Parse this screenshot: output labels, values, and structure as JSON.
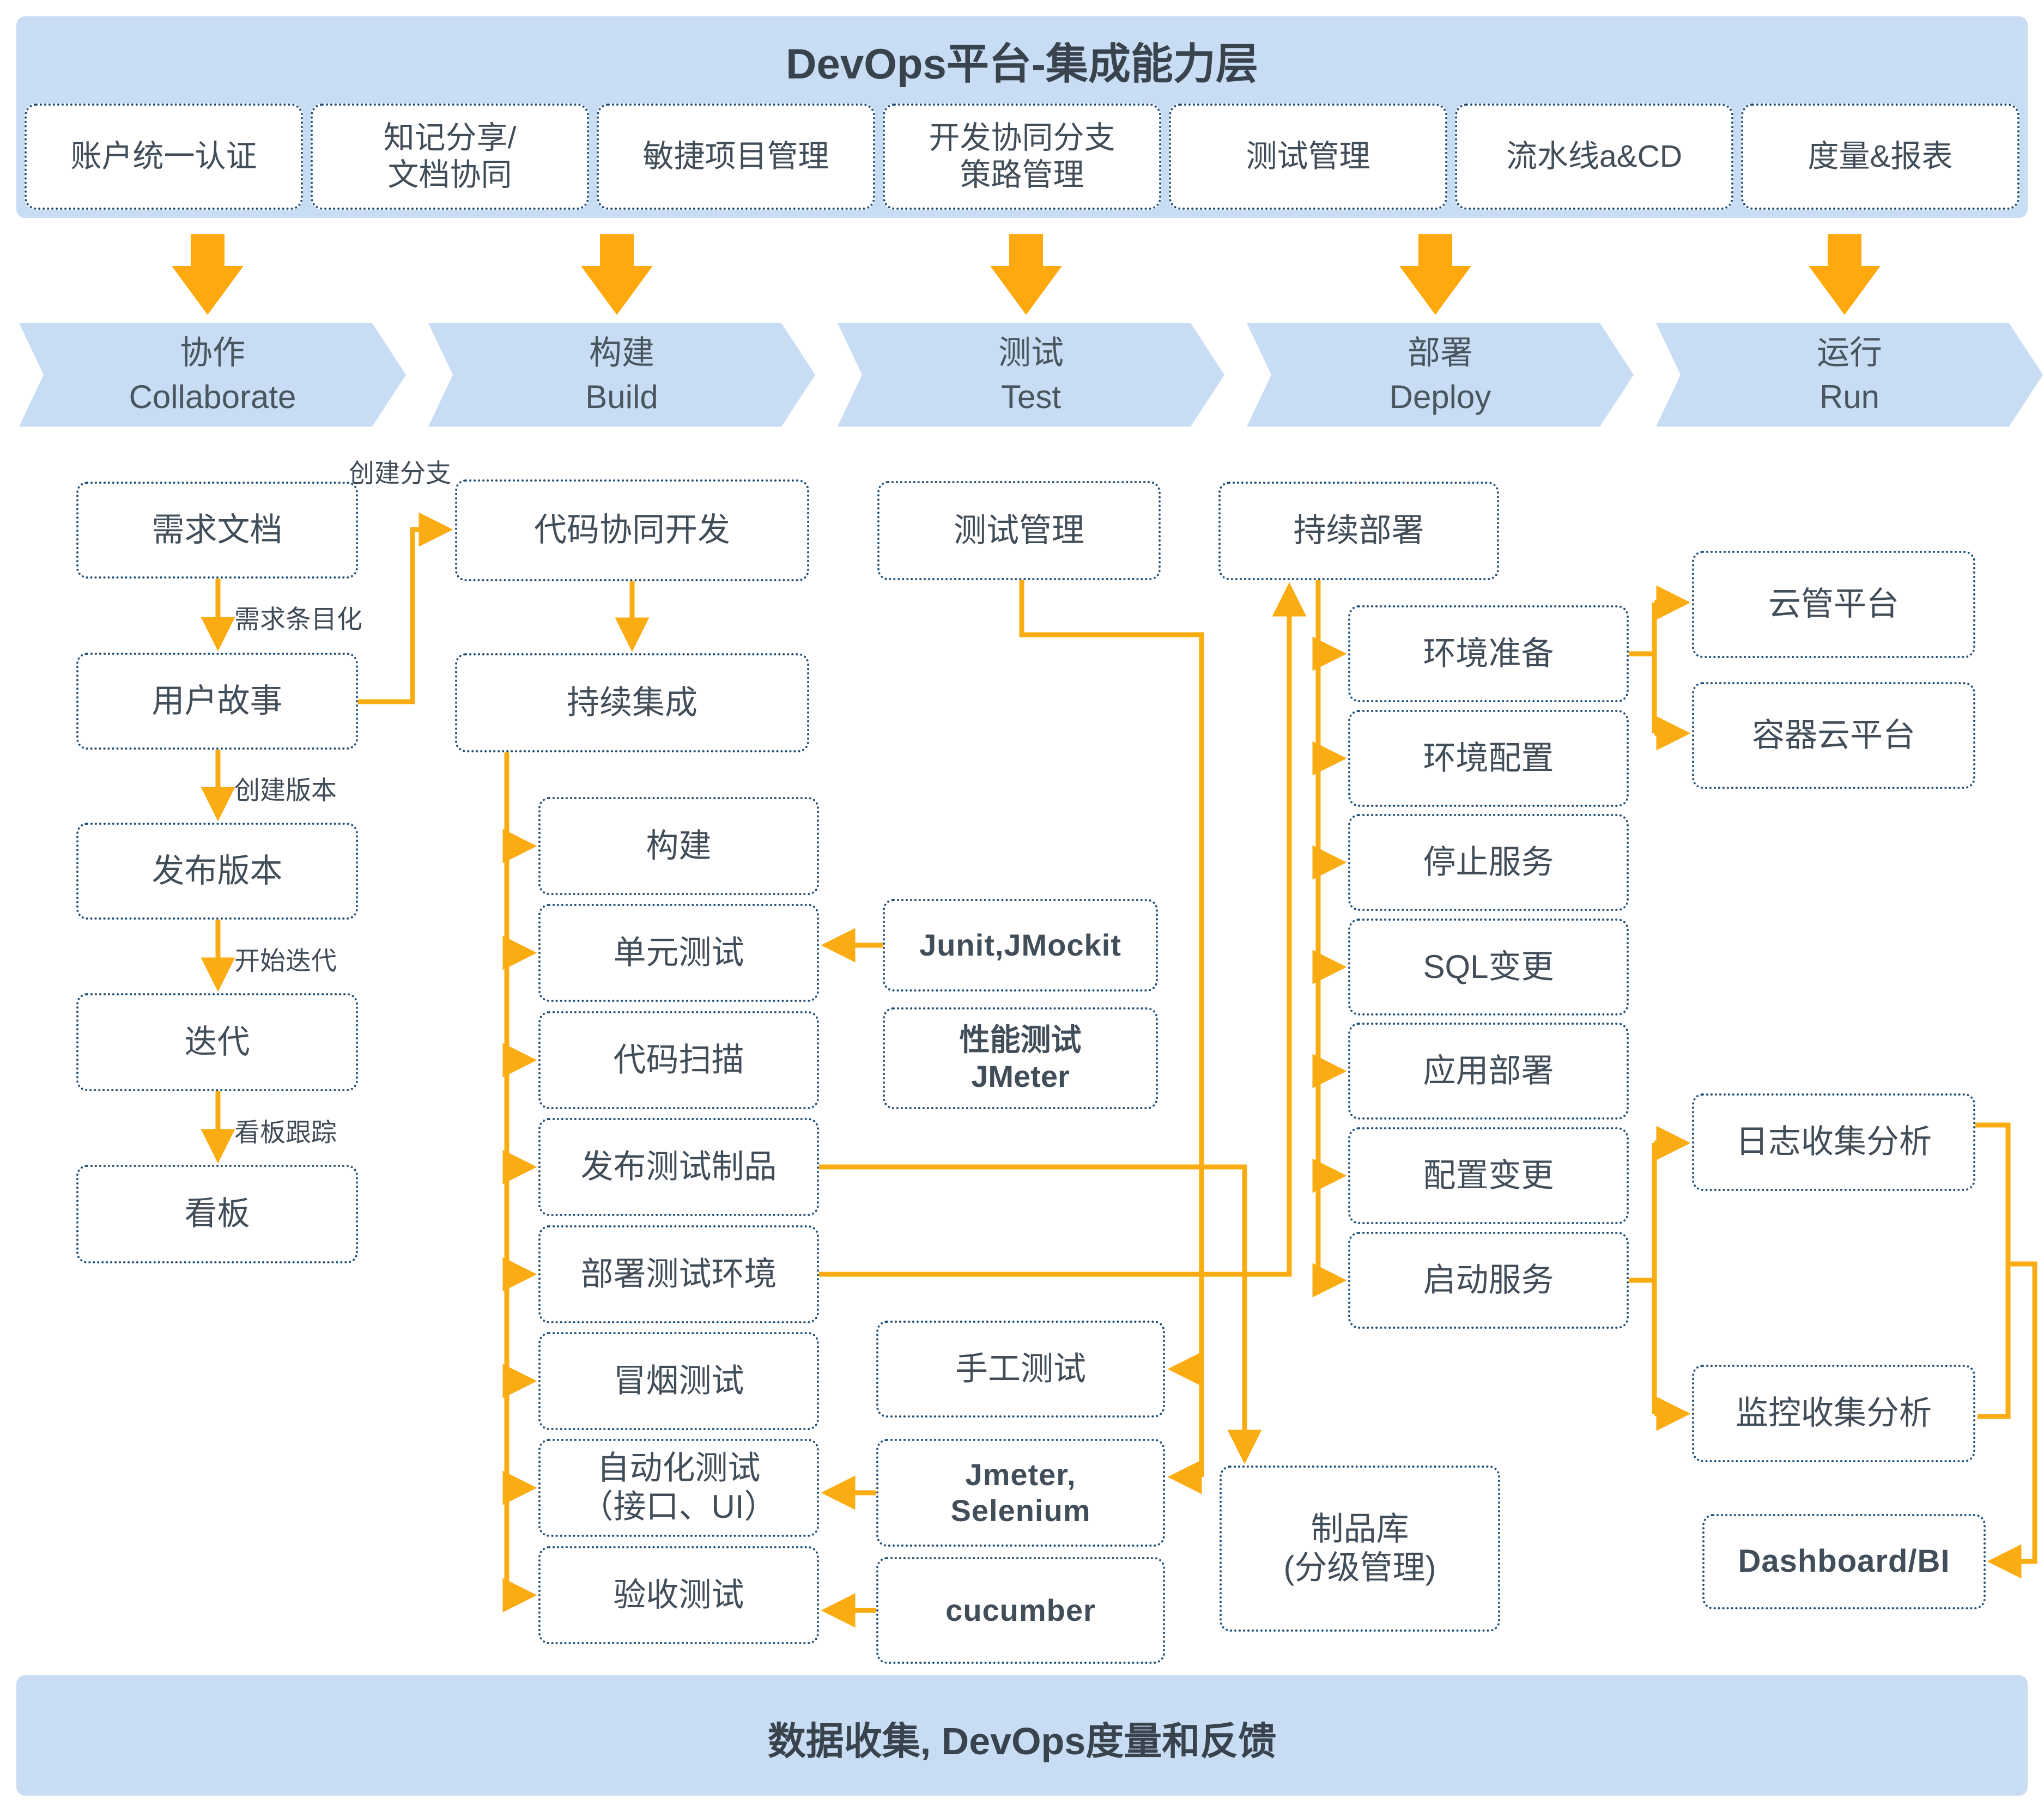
{
  "header": {
    "title": "DevOps平台-集成能力层"
  },
  "capabilities": [
    "账户统一认证",
    "知记分享/\n文档协同",
    "敏捷项目管理",
    "开发协同分支\n策路管理",
    "测试管理",
    "流水线a&CD",
    "度量&报表"
  ],
  "stages": [
    {
      "zh": "协作",
      "en": "Collaborate"
    },
    {
      "zh": "构建",
      "en": "Build"
    },
    {
      "zh": "测试",
      "en": "Test"
    },
    {
      "zh": "部署",
      "en": "Deploy"
    },
    {
      "zh": "运行",
      "en": "Run"
    }
  ],
  "flow": {
    "collaborate": {
      "requirement_doc": "需求文档",
      "user_story": "用户故事",
      "release_version": "发布版本",
      "iteration": "迭代",
      "kanban": "看板"
    },
    "collaborate_labels": {
      "create_branch": "创建分支",
      "itemize": "需求条目化",
      "create_version": "创建版本",
      "start_iteration": "开始迭代",
      "kanban_tracking": "看板跟踪"
    },
    "build": {
      "code_dev": "代码协同开发",
      "ci": "持续集成",
      "steps": [
        "构建",
        "单元测试",
        "代码扫描",
        "发布测试制品",
        "部署测试环境",
        "冒烟测试",
        "自动化测试\n（接口、UI）",
        "验收测试"
      ]
    },
    "test": {
      "test_mgmt": "测试管理",
      "junit": "Junit,JMockit",
      "perf": "性能测试\nJMeter",
      "manual": "手工测试",
      "jmeter_selenium": "Jmeter,\nSelenium",
      "cucumber": "cucumber"
    },
    "deploy": {
      "cd": "持续部署",
      "steps": [
        "环境准备",
        "环境配置",
        "停止服务",
        "SQL变更",
        "应用部署",
        "配置变更",
        "启动服务"
      ],
      "artifact_repo": "制品库\n(分级管理)"
    },
    "run": {
      "cloud_mgmt": "云管平台",
      "container_cloud": "容器云平台",
      "log": "日志收集分析",
      "monitor": "监控收集分析",
      "dashboard": "Dashboard/BI"
    }
  },
  "footer": {
    "text": "数据收集, DevOps度量和反馈"
  },
  "colors": {
    "banner_blue": "#c8dcf3",
    "chevron_blue": "#c8dcf3",
    "border_navy": "#1d4e77",
    "line_orange": "#FBAC12",
    "arrow_orange": "#FFA90E",
    "text_dark": "#414e5a"
  }
}
